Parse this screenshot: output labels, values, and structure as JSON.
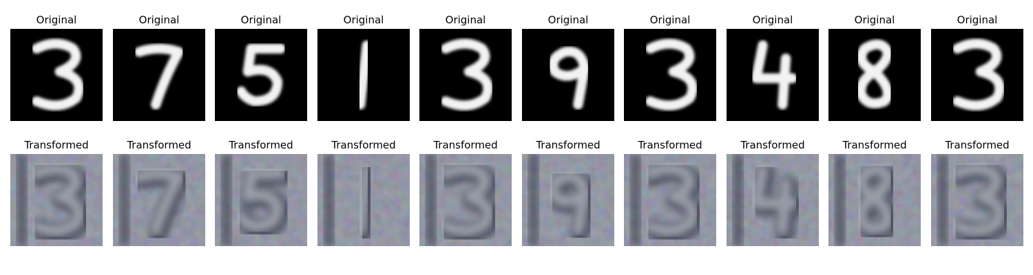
{
  "figure": {
    "rows": [
      {
        "row": "original",
        "background": "#000000",
        "foreground": "#f2f2f2",
        "panels": [
          {
            "title": "Original",
            "digit": "3"
          },
          {
            "title": "Original",
            "digit": "7"
          },
          {
            "title": "Original",
            "digit": "5"
          },
          {
            "title": "Original",
            "digit": "1"
          },
          {
            "title": "Original",
            "digit": "3"
          },
          {
            "title": "Original",
            "digit": "9"
          },
          {
            "title": "Original",
            "digit": "3"
          },
          {
            "title": "Original",
            "digit": "4"
          },
          {
            "title": "Original",
            "digit": "8"
          },
          {
            "title": "Original",
            "digit": "3"
          }
        ]
      },
      {
        "row": "transformed",
        "background": "#6b6f78",
        "foreground": "#aab0b8",
        "panels": [
          {
            "title": "Transformed",
            "digit": "3"
          },
          {
            "title": "Transformed",
            "digit": "7"
          },
          {
            "title": "Transformed",
            "digit": "5"
          },
          {
            "title": "Transformed",
            "digit": "1"
          },
          {
            "title": "Transformed",
            "digit": "3"
          },
          {
            "title": "Transformed",
            "digit": "9"
          },
          {
            "title": "Transformed",
            "digit": "3"
          },
          {
            "title": "Transformed",
            "digit": "4"
          },
          {
            "title": "Transformed",
            "digit": "8"
          },
          {
            "title": "Transformed",
            "digit": "3"
          }
        ]
      }
    ]
  }
}
